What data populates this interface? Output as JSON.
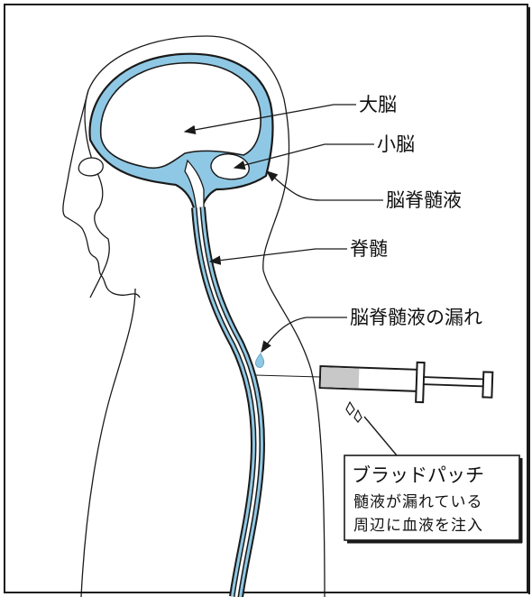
{
  "labels": {
    "cerebrum": "大脳",
    "cerebellum": "小脳",
    "csf": "脳脊髄液",
    "spinal_cord": "脊髄",
    "csf_leak": "脳脊髄液の漏れ"
  },
  "callout": {
    "title": "ブラッドパッチ",
    "line1": "髄液が漏れている",
    "line2": "周辺に血液を注入"
  },
  "colors": {
    "csf_fill": "#8fc8e4",
    "outline": "#1a1a1a",
    "syringe_blood": "#c8c8c8"
  }
}
